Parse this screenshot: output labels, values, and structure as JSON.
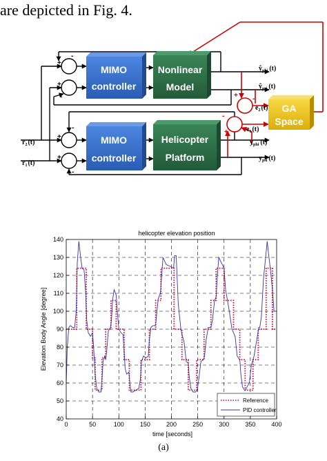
{
  "intro_text": "are depicted in Fig. 4.",
  "diagram": {
    "blocks": {
      "mimo_top": [
        "MIMO",
        "controller"
      ],
      "nonlinear": [
        "Nonlinear",
        "Model"
      ],
      "mimo_bottom": [
        "MIMO",
        "controller"
      ],
      "platform": [
        "Helicopter",
        "Platform"
      ],
      "ga": [
        "GA",
        "Space"
      ]
    },
    "signals": {
      "y_phi_hat": {
        "main": "ŷ",
        "sub": "phi",
        "arg": "(t)"
      },
      "y_psi_hat": {
        "main": "ŷ",
        "sub": "psi",
        "arg": "(t)"
      },
      "y_phi": {
        "main": "y",
        "sub": "phi",
        "arg": "(t)"
      },
      "y_psi": {
        "main": "y",
        "sub": "psi",
        "arg": "(t)"
      },
      "e2": {
        "main": "e",
        "sub": "2",
        "arg": "(t)"
      },
      "e1": {
        "main": "e",
        "sub": "1",
        "arg": "(t)"
      },
      "r2": {
        "main": "r",
        "sub": "2",
        "arg": "(t)"
      },
      "r1": {
        "main": "r",
        "sub": "1",
        "arg": "(t)"
      }
    },
    "colors": {
      "mimo": "#2f66c2",
      "model": "#2c6a44",
      "ga": "#e9c213",
      "feedback": "#cc0000"
    }
  },
  "chart_data": {
    "type": "line",
    "title": "helicopter elevation position",
    "xlabel": "time [seconds]",
    "ylabel": "Elevation Body Angle [degree]",
    "xlim": [
      0,
      400
    ],
    "ylim": [
      40,
      140
    ],
    "xticks": [
      0,
      50,
      100,
      150,
      200,
      250,
      300,
      350,
      400
    ],
    "yticks": [
      40,
      50,
      60,
      70,
      80,
      90,
      100,
      110,
      120,
      130,
      140
    ],
    "grid": true,
    "legend_position": "bottom-right",
    "series": [
      {
        "name": "Reference",
        "color": "#cc0033",
        "style": "dotted",
        "x": [
          0,
          20,
          20,
          38,
          38,
          50,
          50,
          55,
          55,
          68,
          68,
          75,
          75,
          85,
          85,
          95,
          95,
          110,
          110,
          120,
          120,
          142,
          142,
          158,
          158,
          170,
          170,
          180,
          180,
          205,
          205,
          220,
          220,
          232,
          232,
          248,
          248,
          262,
          262,
          275,
          275,
          285,
          285,
          300,
          300,
          318,
          318,
          330,
          330,
          340,
          340,
          355,
          355,
          365,
          365,
          380,
          380,
          392,
          392,
          400
        ],
        "y": [
          90,
          90,
          124,
          124,
          90,
          90,
          74,
          74,
          56,
          56,
          74,
          74,
          90,
          90,
          106,
          106,
          90,
          90,
          73,
          73,
          56,
          56,
          73,
          73,
          90,
          90,
          106,
          106,
          124,
          124,
          90,
          90,
          73,
          73,
          56,
          56,
          73,
          73,
          90,
          90,
          106,
          106,
          124,
          124,
          106,
          106,
          90,
          90,
          73,
          73,
          56,
          56,
          73,
          73,
          90,
          90,
          124,
          124,
          90,
          90
        ]
      },
      {
        "name": "PID controller",
        "color": "#3333aa",
        "style": "solid",
        "x": [
          0,
          2,
          5,
          8,
          12,
          16,
          19,
          21,
          24,
          27,
          30,
          34,
          37,
          39,
          42,
          46,
          50,
          52,
          55,
          58,
          62,
          66,
          68,
          70,
          73,
          75,
          77,
          80,
          84,
          86,
          88,
          91,
          95,
          97,
          100,
          104,
          108,
          110,
          112,
          115,
          119,
          121,
          123,
          127,
          132,
          138,
          141,
          143,
          147,
          152,
          156,
          158,
          161,
          165,
          170,
          172,
          175,
          179,
          181,
          184,
          190,
          198,
          204,
          206,
          209,
          213,
          218,
          221,
          224,
          228,
          232,
          234,
          237,
          241,
          246,
          249,
          252,
          256,
          261,
          263,
          266,
          270,
          275,
          278,
          282,
          285,
          287,
          290,
          295,
          300,
          303,
          306,
          310,
          315,
          318,
          321,
          325,
          330,
          332,
          335,
          339,
          341,
          344,
          348,
          352,
          355,
          357,
          361,
          366,
          368,
          371,
          375,
          380,
          382,
          385,
          388,
          392,
          395,
          400
        ],
        "y": [
          60,
          80,
          91,
          92,
          91,
          91,
          100,
          127,
          139,
          131,
          124,
          123,
          110,
          95,
          88,
          86,
          88,
          80,
          65,
          57,
          55,
          55,
          62,
          72,
          75,
          73,
          78,
          89,
          91,
          95,
          106,
          112,
          109,
          100,
          90,
          88,
          87,
          78,
          68,
          65,
          66,
          60,
          55,
          55,
          56,
          57,
          62,
          72,
          75,
          74,
          75,
          84,
          91,
          92,
          92,
          99,
          107,
          110,
          118,
          130,
          126,
          125,
          124,
          131,
          131,
          104,
          90,
          86,
          83,
          72,
          71,
          63,
          57,
          55,
          55,
          56,
          62,
          72,
          73,
          75,
          84,
          91,
          91,
          95,
          106,
          108,
          118,
          130,
          127,
          124,
          112,
          107,
          100,
          90,
          88,
          86,
          75,
          73,
          65,
          58,
          56,
          56,
          58,
          60,
          70,
          73,
          75,
          82,
          91,
          91,
          97,
          118,
          133,
          139,
          131,
          124,
          112,
          100,
          100
        ]
      }
    ]
  },
  "caption": "(a)"
}
